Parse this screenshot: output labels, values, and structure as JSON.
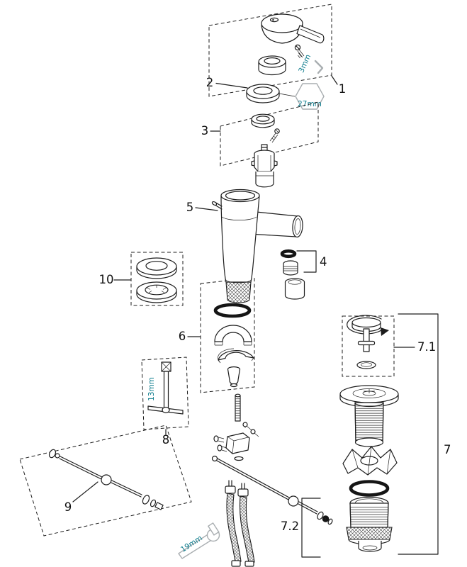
{
  "diagram": {
    "background_color": "#ffffff",
    "line_color": "#1d1d1d",
    "tool_outline_color": "#a9aeb1",
    "measurement_text_color": "#0d7c8d",
    "labels": {
      "p1": "1",
      "p2": "2",
      "p3": "3",
      "p4": "4",
      "p5": "5",
      "p6": "6",
      "p7": "7",
      "p7_1": "7.1",
      "p7_2": "7.2",
      "p8": "8",
      "p9": "9",
      "p10": "10"
    },
    "measurements": {
      "hex_key": "3mm",
      "cap_nut": "27mm",
      "socket": "13mm",
      "wrench": "19mm"
    }
  }
}
